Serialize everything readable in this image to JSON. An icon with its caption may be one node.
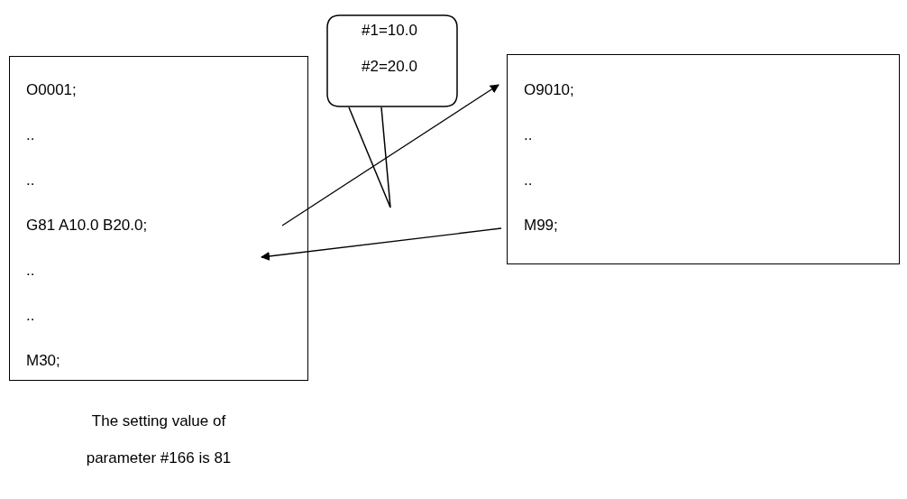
{
  "diagram": {
    "nodes": [
      {
        "text": [
          "O0001;",
          "..",
          "..",
          "G81 A10.0 B20.0;",
          "..",
          "..",
          "M30;"
        ],
        "beside": [
          "The setting value of parameter #166 is 81"
        ]
      },
      {
        "text": [
          "O9010;",
          "..",
          "..",
          "M99;"
        ]
      },
      {
        "text": [
          "#1=10.0",
          "#2=20.0"
        ]
      }
    ],
    "edges": [
      {
        "from": 0,
        "to": 1,
        "arrow": "to"
      },
      {
        "from": 1,
        "to": 0,
        "arrow": "to"
      }
    ]
  }
}
